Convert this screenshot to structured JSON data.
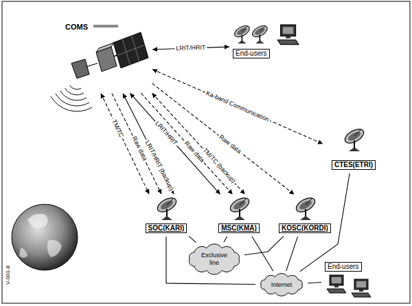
{
  "diagram": {
    "nodes": [
      {
        "text": [
          "COMS"
        ]
      },
      {
        "text": [
          "End-users"
        ]
      },
      {
        "text": [
          "CTES(ETRI)"
        ]
      },
      {
        "text": [
          "SOC(KARI)"
        ]
      },
      {
        "text": [
          "MSC(KMA)"
        ]
      },
      {
        "text": [
          "KOSC(KORDI)"
        ]
      },
      {
        "text": [
          "Exclusive line"
        ]
      },
      {
        "text": [
          "Internet"
        ]
      },
      {
        "text": [
          "End-users"
        ]
      }
    ],
    "edges": [
      {
        "from": 0,
        "to": 1,
        "label": "LRIT/HRIT",
        "arrow": "both"
      },
      {
        "from": 0,
        "to": 2,
        "label": "Ka-band Communication",
        "arrow": "both"
      },
      {
        "from": 0,
        "to": 3,
        "label": "TM/TC",
        "arrow": "both"
      },
      {
        "from": 0,
        "to": 3,
        "label": "Raw data",
        "arrow": "to"
      },
      {
        "from": 0,
        "to": 3,
        "label": "LRIT/HRIT (backup)",
        "arrow": "both"
      },
      {
        "from": 0,
        "to": 4,
        "label": "LRIT/HRIT",
        "arrow": "both"
      },
      {
        "from": 0,
        "to": 4,
        "label": "Raw data",
        "arrow": "to"
      },
      {
        "from": 0,
        "to": 4,
        "label": "TM/TC (backup)",
        "arrow": "both"
      },
      {
        "from": 0,
        "to": 5,
        "label": "Raw data",
        "arrow": "to"
      },
      {
        "from": 3,
        "to": 6,
        "arrow": "none"
      },
      {
        "from": 3,
        "to": 7,
        "arrow": "none"
      },
      {
        "from": 4,
        "to": 6,
        "arrow": "none"
      },
      {
        "from": 4,
        "to": 7,
        "arrow": "none"
      },
      {
        "from": 5,
        "to": 6,
        "arrow": "none"
      },
      {
        "from": 5,
        "to": 7,
        "arrow": "none"
      },
      {
        "from": 2,
        "to": 7,
        "arrow": "none"
      },
      {
        "from": 7,
        "to": 8,
        "arrow": "none"
      }
    ],
    "labels": [
      "V-001-8"
    ]
  }
}
